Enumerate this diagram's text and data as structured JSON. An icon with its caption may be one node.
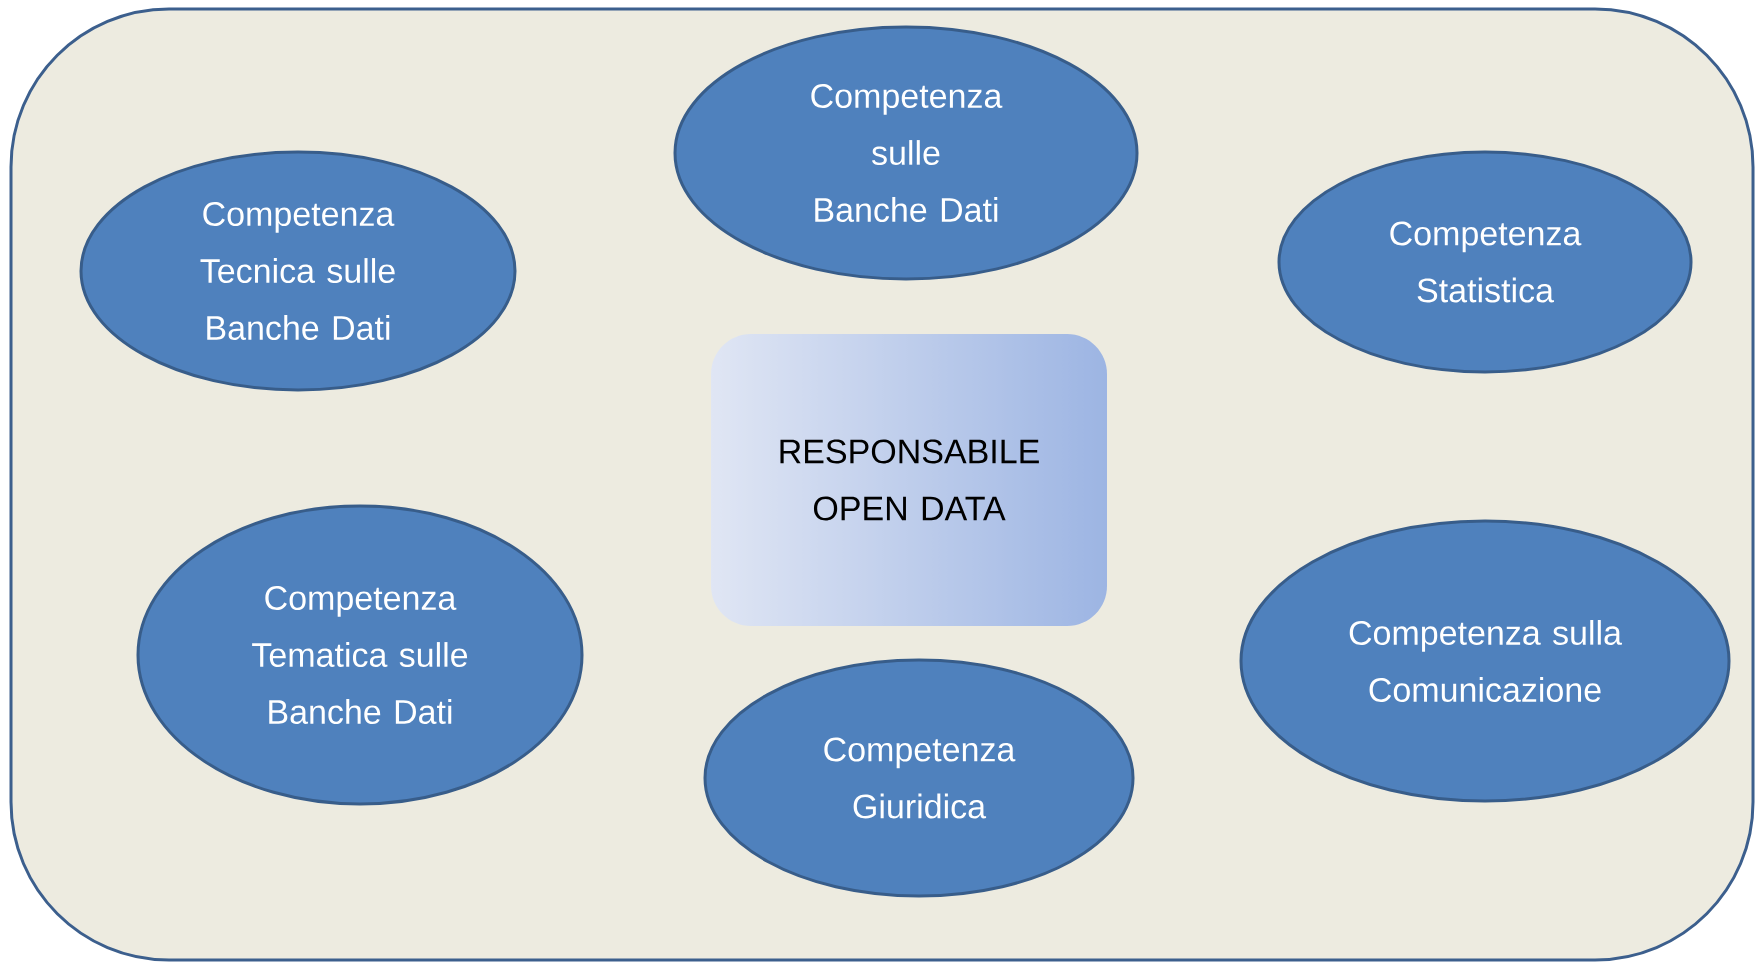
{
  "diagram": {
    "nodes": [
      {
        "text": [
          "Competenza Tecnica sulle Banche Dati"
        ]
      },
      {
        "text": [
          "Competenza sulle Banche Dati"
        ]
      },
      {
        "text": [
          "Competenza Statistica"
        ]
      },
      {
        "text": [
          "RESPONSABILE OPEN DATA"
        ]
      },
      {
        "text": [
          "Competenza Tematica sulle Banche Dati"
        ]
      },
      {
        "text": [
          "Competenza Giuridica"
        ]
      },
      {
        "text": [
          "Competenza sulla Comunicazione"
        ]
      }
    ]
  }
}
